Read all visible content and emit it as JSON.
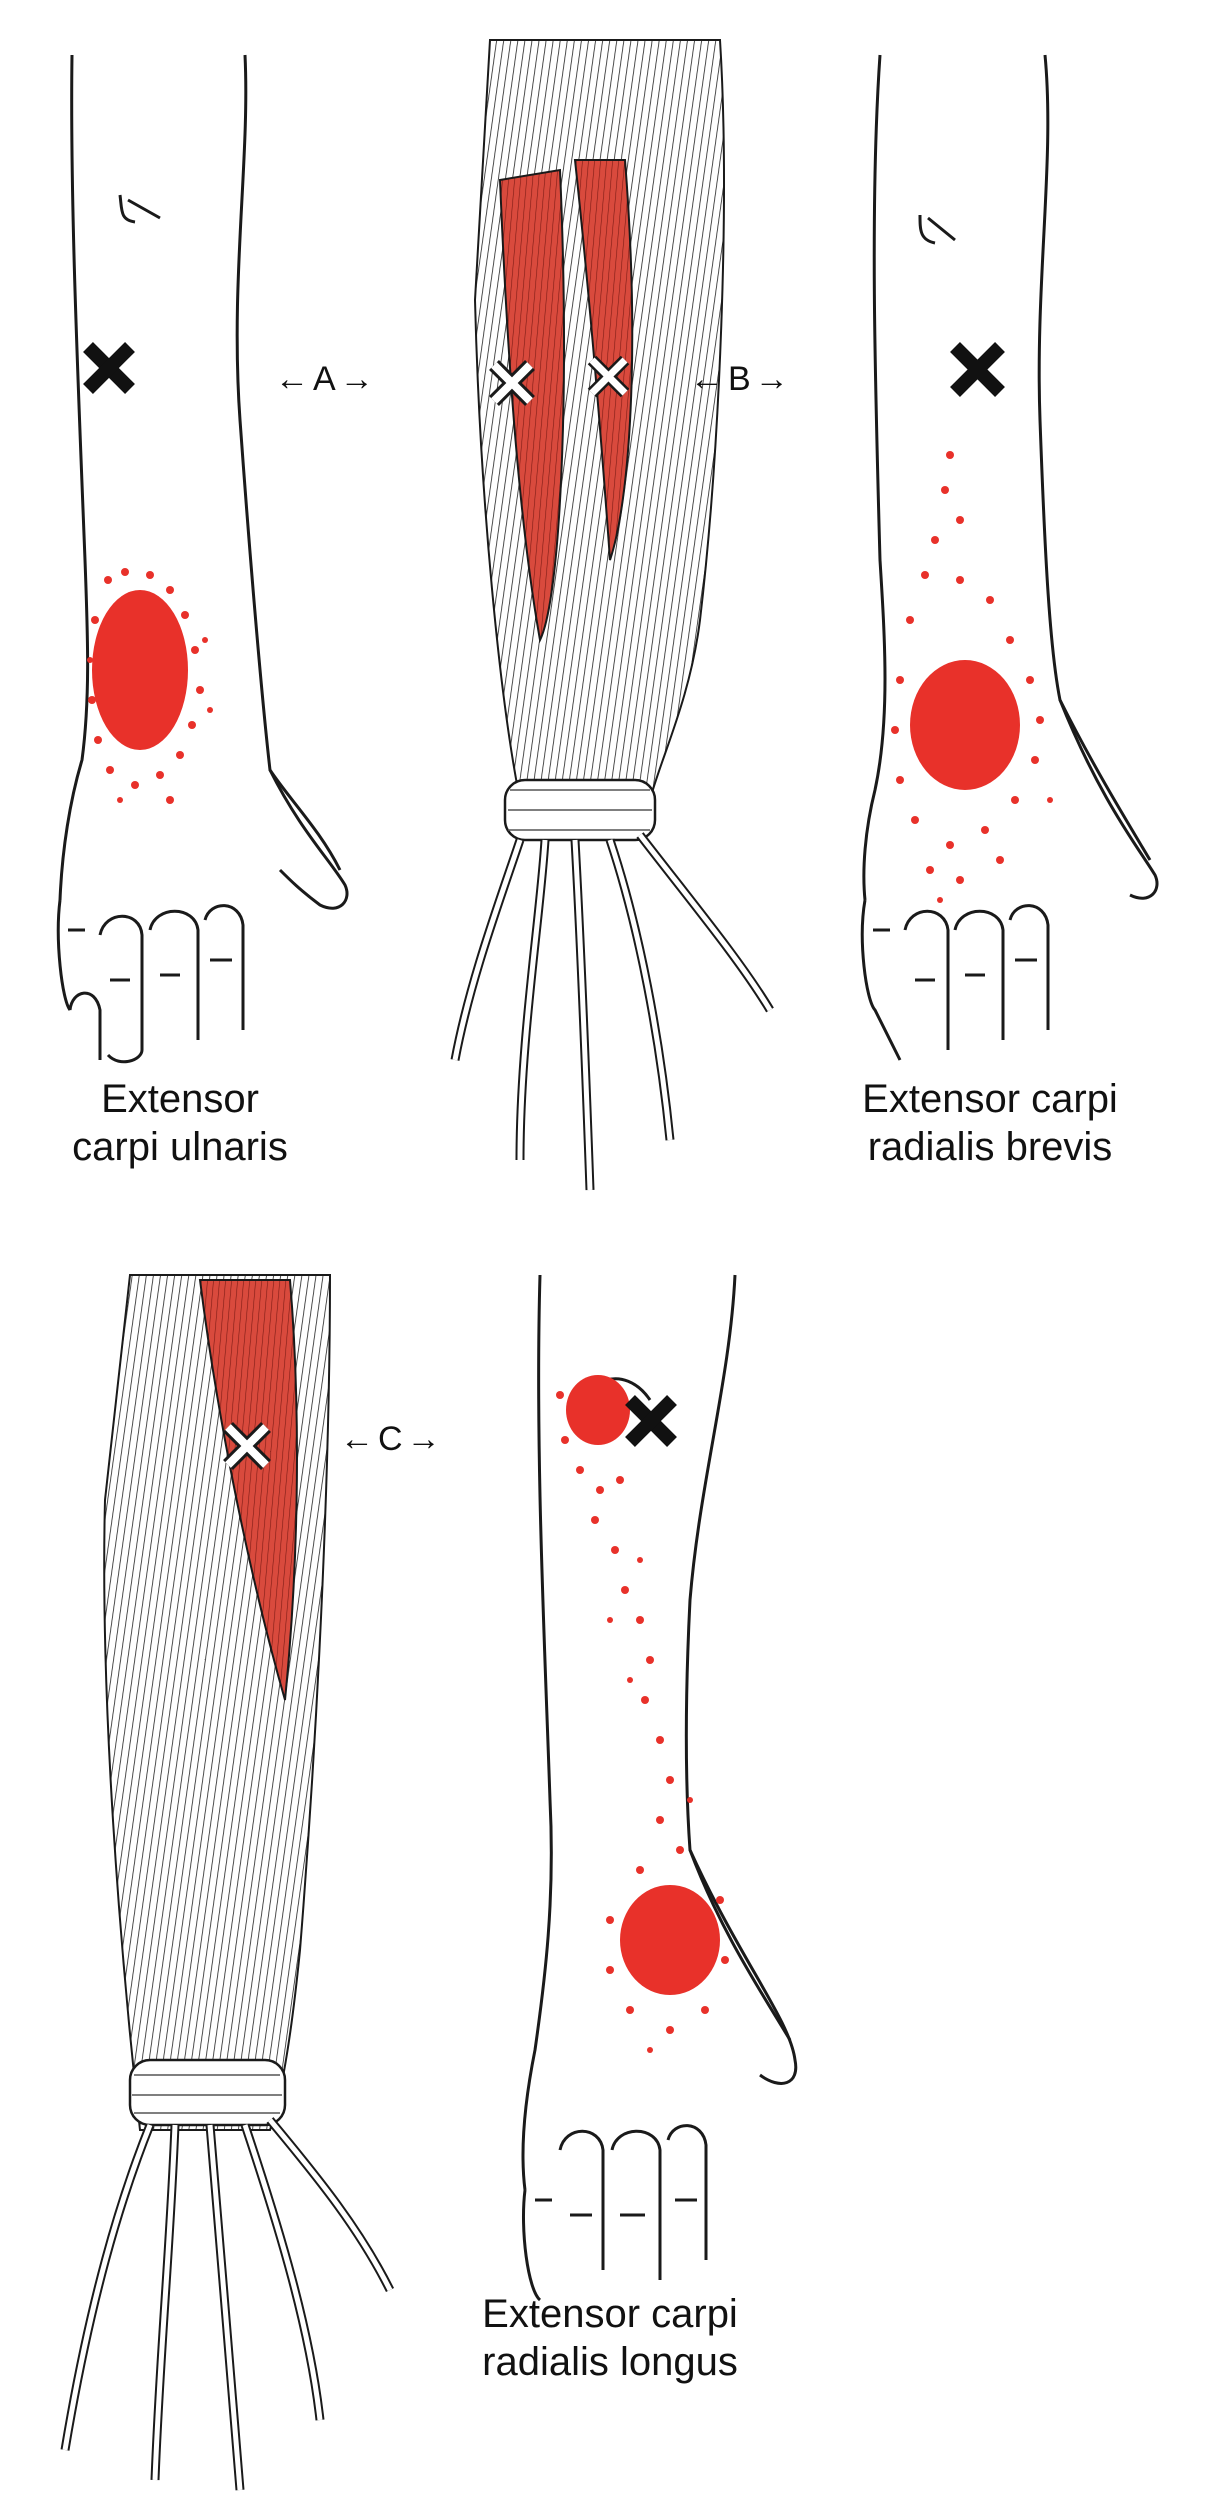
{
  "panels": [
    {
      "id": "ecu",
      "caption_line1": "Extensor",
      "caption_line2": "carpi ulnaris"
    },
    {
      "id": "ecrb",
      "caption_line1": "Extensor carpi",
      "caption_line2": "radialis brevis"
    },
    {
      "id": "ecrl",
      "caption_line1": "Extensor carpi",
      "caption_line2": "radialis longus"
    }
  ],
  "pointers": {
    "a": "A",
    "b": "B",
    "c": "C"
  },
  "colors": {
    "referred_pain": "#e8312a",
    "muscle": "#d94a3d",
    "outline": "#1a1a1a",
    "trigger_mark": "#111111"
  },
  "icons": {
    "trigger_point": "x-mark-icon",
    "pointer": "double-arrow-icon"
  }
}
